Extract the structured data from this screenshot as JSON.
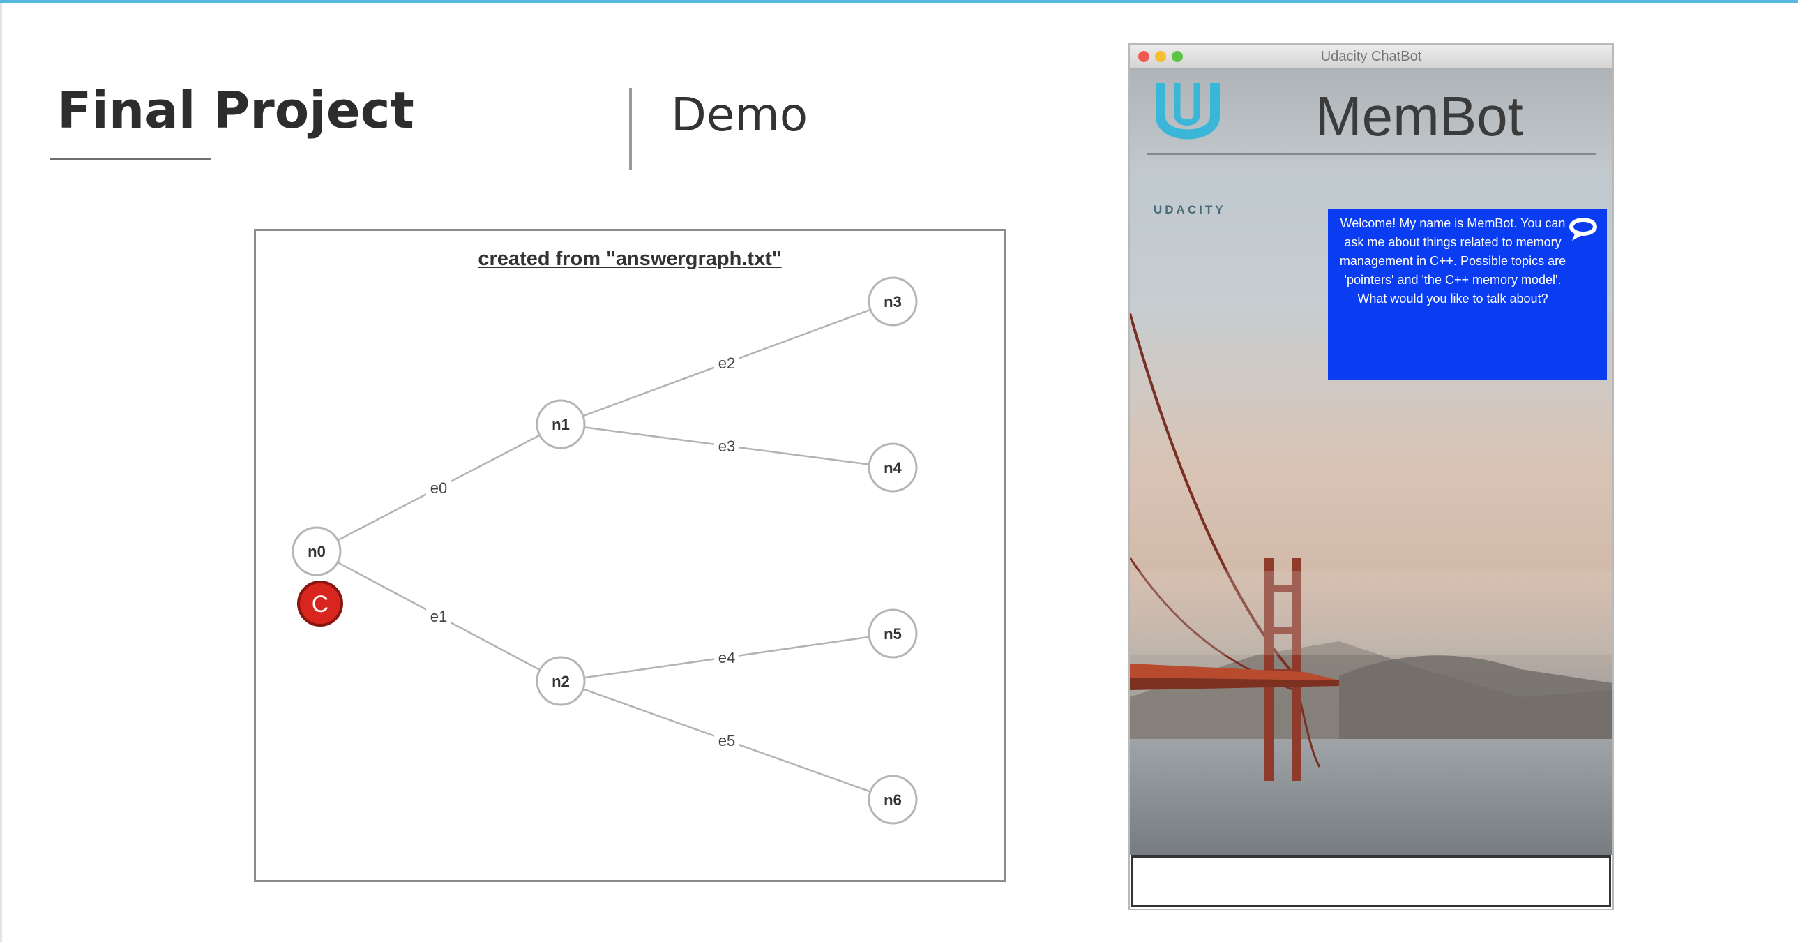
{
  "slide": {
    "title": "Final Project",
    "subtitle": "Demo"
  },
  "graph": {
    "caption": "created from \"answergraph.txt\"",
    "nodes": [
      "n0",
      "n1",
      "n2",
      "n3",
      "n4",
      "n5",
      "n6"
    ],
    "edges": [
      {
        "label": "e0",
        "from": "n0",
        "to": "n1"
      },
      {
        "label": "e1",
        "from": "n0",
        "to": "n2"
      },
      {
        "label": "e2",
        "from": "n1",
        "to": "n3"
      },
      {
        "label": "e3",
        "from": "n1",
        "to": "n4"
      },
      {
        "label": "e4",
        "from": "n2",
        "to": "n5"
      },
      {
        "label": "e5",
        "from": "n2",
        "to": "n6"
      }
    ],
    "current_node_marker": "C",
    "current_node": "n0"
  },
  "app": {
    "window_title": "Udacity ChatBot",
    "logo_text": "UDACITY",
    "app_name": "MemBot",
    "welcome_message": "Welcome! My name is MemBot. You can ask me about things related to memory management in C++. Possible topics are 'pointers' and 'the C++ memory model'. What would you like to talk about?",
    "input_value": ""
  },
  "colors": {
    "accent_top_bar": "#54b8e0",
    "chat_bubble": "#0a3cf2",
    "current_marker": "#d8261e",
    "logo": "#3ab7d8"
  }
}
